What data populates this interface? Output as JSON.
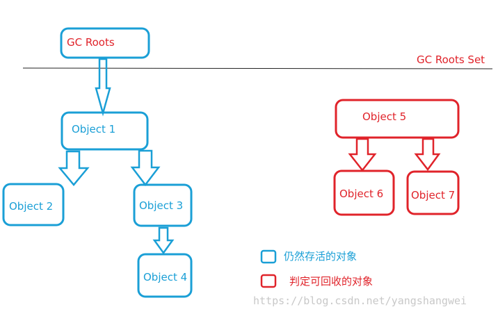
{
  "gc_roots": {
    "label": "GC Roots"
  },
  "gc_roots_set": {
    "label": "GC Roots Set"
  },
  "nodes": {
    "object1": "Object 1",
    "object2": "Object 2",
    "object3": "Object 3",
    "object4": "Object 4",
    "object5": "Object 5",
    "object6": "Object 6",
    "object7": "Object 7"
  },
  "legend": {
    "alive": {
      "label": "仍然存活的对象",
      "color": "#1a9fd6"
    },
    "collectable": {
      "label": "判定可回收的对象",
      "color": "#e0232a"
    }
  },
  "watermark": "https://blog.csdn.net/yangshangwei"
}
